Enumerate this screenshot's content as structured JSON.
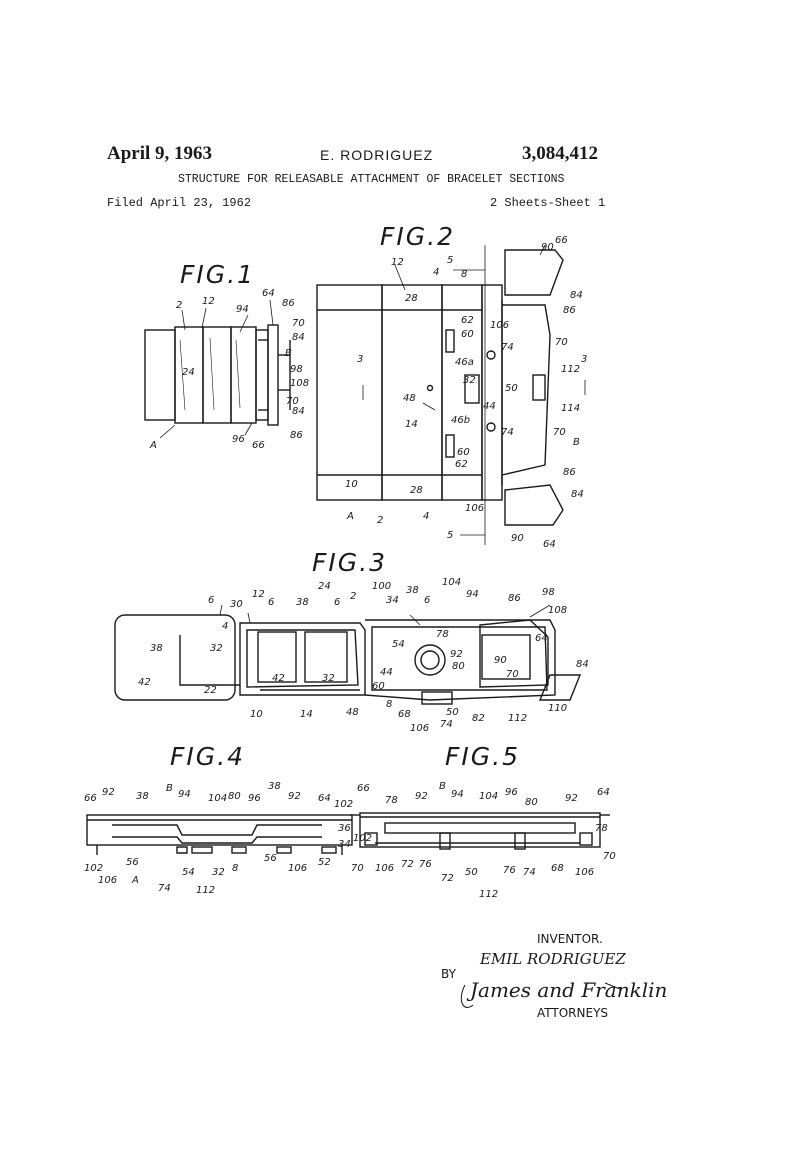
{
  "header": {
    "date": "April 9, 1963",
    "inventor": "E. RODRIGUEZ",
    "patent_number": "3,084,412",
    "title": "STRUCTURE FOR RELEASABLE ATTACHMENT OF BRACELET SECTIONS",
    "filed": "Filed April 23, 1962",
    "sheet": "2 Sheets-Sheet 1"
  },
  "figures": {
    "fig1": {
      "label": "FIG.1",
      "refs": [
        "2",
        "12",
        "94",
        "64",
        "86",
        "70",
        "84",
        "B",
        "98",
        "108",
        "70",
        "84",
        "86",
        "66",
        "96",
        "24",
        "A"
      ]
    },
    "fig2": {
      "label": "FIG.2",
      "refs": [
        "12",
        "5",
        "4",
        "8",
        "90",
        "66",
        "28",
        "84",
        "86",
        "106",
        "62",
        "60",
        "70",
        "46a",
        "74",
        "3",
        "32",
        "50",
        "112",
        "3",
        "48",
        "44",
        "114",
        "14",
        "46b",
        "74",
        "70",
        "B",
        "60",
        "62",
        "10",
        "28",
        "86",
        "84",
        "A",
        "2",
        "4",
        "106",
        "5",
        "90",
        "64"
      ]
    },
    "fig3": {
      "label": "FIG.3",
      "refs": [
        "6",
        "30",
        "12",
        "6",
        "24",
        "38",
        "6",
        "2",
        "100",
        "34",
        "38",
        "6",
        "104",
        "94",
        "86",
        "98",
        "108",
        "4",
        "32",
        "54",
        "78",
        "64",
        "38",
        "42",
        "22",
        "42",
        "32",
        "44",
        "92",
        "80",
        "90",
        "70",
        "84",
        "10",
        "14",
        "48",
        "60",
        "8",
        "68",
        "50",
        "106",
        "74",
        "82",
        "112",
        "110"
      ]
    },
    "fig4": {
      "label": "FIG.4",
      "refs": [
        "66",
        "92",
        "38",
        "B",
        "94",
        "104",
        "80",
        "96",
        "38",
        "92",
        "64",
        "102",
        "36",
        "34",
        "102",
        "106",
        "A",
        "56",
        "74",
        "54",
        "32",
        "8",
        "112",
        "56",
        "106",
        "52"
      ]
    },
    "fig5": {
      "label": "FIG.5",
      "refs": [
        "66",
        "78",
        "92",
        "B",
        "94",
        "104",
        "96",
        "80",
        "92",
        "64",
        "78",
        "102",
        "70",
        "106",
        "72",
        "76",
        "72",
        "50",
        "76",
        "74",
        "68",
        "106",
        "112",
        "70"
      ]
    }
  },
  "signature": {
    "inventor_caption": "INVENTOR.",
    "inventor_name": "EMIL RODRIGUEZ",
    "by": "BY",
    "attorneys_name": "James and Franklin",
    "attorneys_caption": "ATTORNEYS"
  }
}
